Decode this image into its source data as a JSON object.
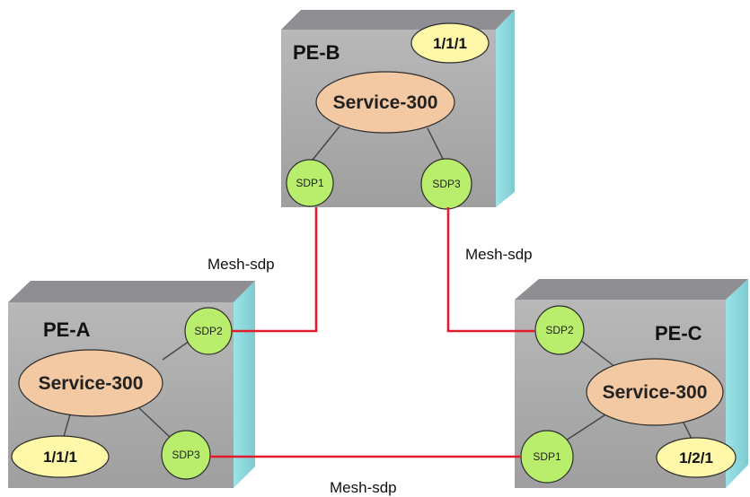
{
  "routers": {
    "pe_b": {
      "title": "PE-B",
      "service": "Service-300",
      "port": "1/1/1",
      "sdps": [
        "SDP1",
        "SDP3"
      ]
    },
    "pe_a": {
      "title": "PE-A",
      "service": "Service-300",
      "port": "1/1/1",
      "sdps": [
        "SDP2",
        "SDP3"
      ]
    },
    "pe_c": {
      "title": "PE-C",
      "service": "Service-300",
      "port": "1/2/1",
      "sdps": [
        "SDP2",
        "SDP1"
      ]
    }
  },
  "links": {
    "b_to_a": "Mesh-sdp",
    "b_to_c": "Mesh-sdp",
    "a_to_c": "Mesh-sdp"
  },
  "colors": {
    "box_front": "#a8a8a8",
    "box_top": "#8f8f93",
    "box_side": "#8fd7db",
    "service_fill": "#f3c9a3",
    "port_fill": "#fff8a8",
    "sdp_fill": "#b8ee6c",
    "link": "#e11b2a"
  }
}
